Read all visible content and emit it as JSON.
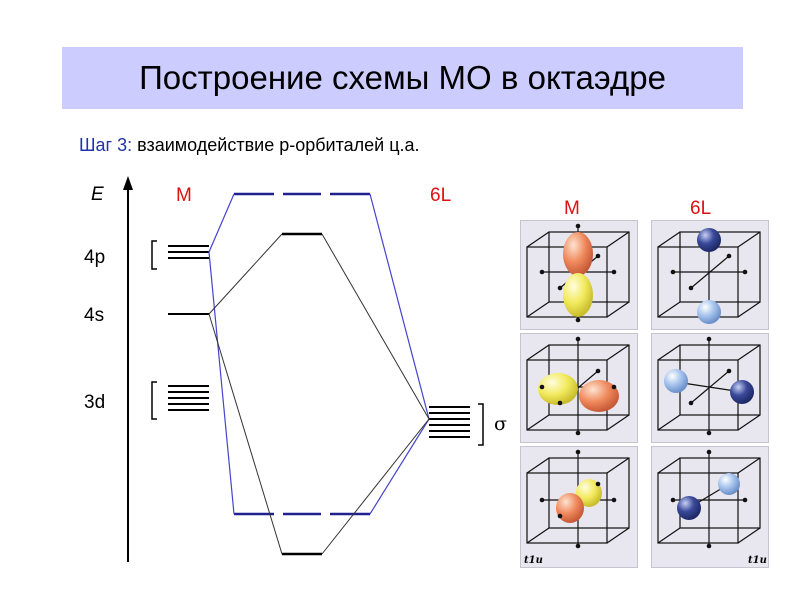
{
  "title": "Построение схемы МО в октаэдре",
  "subtitle": {
    "step": "Шаг 3",
    "sep": ":",
    "text": " взаимодействие р-орбиталей ц.а."
  },
  "energy_axis_label": "E",
  "metal_label": "M",
  "ligand_label": "6L",
  "levels": {
    "p4": "4p",
    "s4": "4s",
    "d3": "3d"
  },
  "sigma_label": "σ",
  "panel_labels": {
    "metal": "M",
    "ligand": "6L"
  },
  "symmetry_label": "t1u",
  "colors": {
    "title_bg": "#ccccff",
    "step_text": "#2233aa",
    "label_red": "#dd1111",
    "blue_level": "#202090",
    "blue_line": "#4444cc",
    "panel_bg": "#e8e6ee",
    "lobe_orange": "#f08a5d",
    "lobe_yellow": "#f2ea5e",
    "ligand_dark": "#3a4a9a",
    "ligand_light": "#a9c6ee"
  }
}
